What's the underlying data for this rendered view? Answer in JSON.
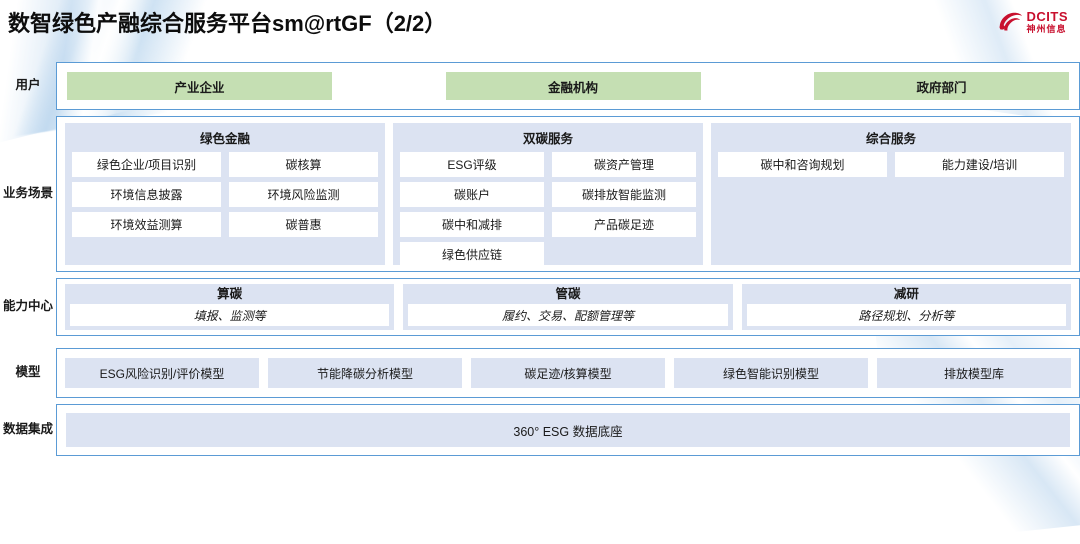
{
  "header": {
    "title": "数智绿色产融综合服务平台sm@rtGF（2/2）",
    "logo": {
      "en": "DCITS",
      "cn": "神州信息",
      "color": "#c8102e",
      "icon": "dcits-swoosh-logo"
    }
  },
  "colors": {
    "border_blue": "#5b9bd5",
    "panel_blue": "#dce3f2",
    "chip_green": "#c5dfb3",
    "cell_white": "#ffffff",
    "text": "#1a1a1a"
  },
  "rows": {
    "user": {
      "label": "用户",
      "chips": [
        "产业企业",
        "金融机构",
        "政府部门"
      ]
    },
    "business": {
      "label": "业务场景",
      "panels": [
        {
          "title": "绿色金融",
          "items": [
            "绿色企业/项目识别",
            "碳核算",
            "环境信息披露",
            "环境风险监测",
            "环境效益测算",
            "碳普惠"
          ]
        },
        {
          "title": "双碳服务",
          "items": [
            "ESG评级",
            "碳资产管理",
            "碳账户",
            "碳排放智能监测",
            "碳中和减排",
            "产品碳足迹",
            "绿色供应链"
          ]
        },
        {
          "title": "综合服务",
          "items": [
            "碳中和咨询规划",
            "能力建设/培训"
          ]
        }
      ]
    },
    "capability": {
      "label": "能力中心",
      "items": [
        {
          "title": "算碳",
          "sub": "填报、监测等"
        },
        {
          "title": "管碳",
          "sub": "履约、交易、配额管理等"
        },
        {
          "title": "减研",
          "sub": "路径规划、分析等"
        }
      ]
    },
    "model": {
      "label": "模型",
      "chips": [
        "ESG风险识别/评价模型",
        "节能降碳分析模型",
        "碳足迹/核算模型",
        "绿色智能识别模型",
        "排放模型库"
      ]
    },
    "data": {
      "label": "数据集成",
      "chip": "360° ESG 数据底座"
    }
  }
}
